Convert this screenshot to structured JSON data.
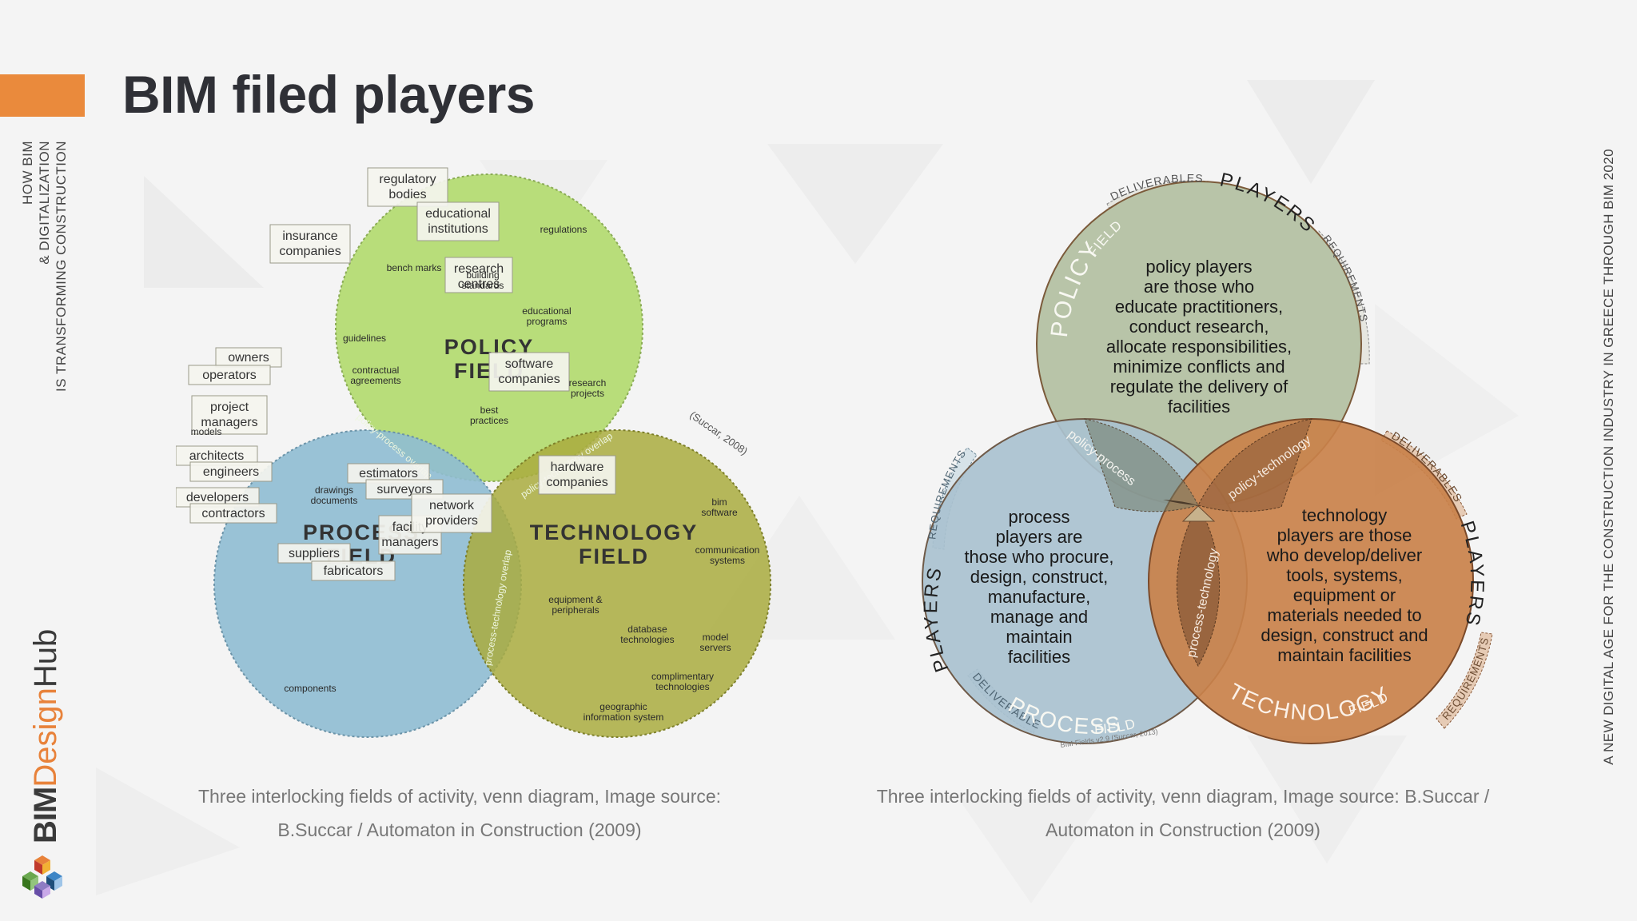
{
  "slide": {
    "title": "BIM filed players",
    "side_tagline": [
      "HOW BIM",
      "& DIGITALIZATION",
      "IS TRANSFORMING CONSTRUCTION"
    ],
    "right_tagline": "A NEW DIGITAL AGE FOR THE CONSTRUCTION INDUSTRY IN GREECE THROUGH BIM  2020",
    "brand": {
      "part1": "BIM",
      "part2": "Design",
      "part3": "Hub"
    },
    "colors": {
      "accent": "#ea8a3c",
      "title": "#2f3036",
      "policy_left": "#b8dd7a",
      "process_left": "#8fbcd3",
      "technology_left": "#a9ab3e",
      "policy_right": "#b8c4a8",
      "process_right": "#a9c1cf",
      "technology_right": "#c9814a"
    }
  },
  "left_diagram": {
    "policy_field": [
      "POLICY",
      "FIELD"
    ],
    "process_field": [
      "PROCESS",
      "FIELD"
    ],
    "technology_field": [
      "TECHNOLOGY",
      "FIELD"
    ],
    "citation": "(Succar, 2008)",
    "overlaps": {
      "policy_process": "policy-process overlap",
      "policy_technology": "policy-technology overlap",
      "process_technology": "process-technology overlap"
    },
    "boxed": {
      "regulatory_bodies": [
        "regulatory",
        "bodies"
      ],
      "educational_institutions": [
        "educational",
        "institutions"
      ],
      "insurance_companies": [
        "insurance",
        "companies"
      ],
      "research_centres": [
        "research",
        "centres"
      ],
      "owners": [
        "owners"
      ],
      "operators": [
        "operators"
      ],
      "project_managers": [
        "project",
        "managers"
      ],
      "architects": [
        "architects"
      ],
      "engineers": [
        "engineers"
      ],
      "estimators": [
        "estimators"
      ],
      "surveyors": [
        "surveyors"
      ],
      "developers": [
        "developers"
      ],
      "contractors": [
        "contractors"
      ],
      "facility_managers": [
        "facility",
        "managers"
      ],
      "suppliers": [
        "suppliers"
      ],
      "fabricators": [
        "fabricators"
      ],
      "software_companies": [
        "software",
        "companies"
      ],
      "hardware_companies": [
        "hardware",
        "companies"
      ],
      "network_providers": [
        "network",
        "providers"
      ]
    },
    "small": {
      "regulations": [
        "regulations"
      ],
      "bench_marks": [
        "bench marks"
      ],
      "building_standards": [
        "building",
        "standards"
      ],
      "educational_programs": [
        "educational",
        "programs"
      ],
      "guidelines": [
        "guidelines"
      ],
      "contractual_agreements": [
        "contractual",
        "agreements"
      ],
      "research_projects": [
        "research",
        "projects"
      ],
      "best_practices": [
        "best",
        "practices"
      ],
      "models": [
        "models"
      ],
      "drawings_documents": [
        "drawings",
        "documents"
      ],
      "components": [
        "components"
      ],
      "bim_software": [
        "bim",
        "software"
      ],
      "communication_systems": [
        "communication",
        "systems"
      ],
      "equipment_peripherals": [
        "equipment &",
        "peripherals"
      ],
      "database_technologies": [
        "database",
        "technologies"
      ],
      "model_servers": [
        "model",
        "servers"
      ],
      "complimentary_technologies": [
        "complimentary",
        "technologies"
      ],
      "geographic_information_system": [
        "geographic",
        "information system"
      ]
    }
  },
  "right_diagram": {
    "policy_text": [
      "policy players",
      "are those who",
      "educate practitioners,",
      "conduct research,",
      "allocate responsibilities,",
      "minimize conflicts and",
      "regulate the delivery of",
      "facilities"
    ],
    "process_text": [
      "process",
      "players are",
      "those who procure,",
      "design, construct,",
      "manufacture,",
      "manage and",
      "maintain",
      "facilities"
    ],
    "technology_text": [
      "technology",
      "players are those",
      "who develop/deliver",
      "tools, systems,",
      "equipment or",
      "materials needed to",
      "design, construct and",
      "maintain facilities"
    ],
    "policy_ring": {
      "field_big": "POLICY",
      "field_small": "FIELD",
      "players": "PLAYERS",
      "deliverables": "DELIVERABLES",
      "requirements": "REQUIREMENTS"
    },
    "process_ring": {
      "field_big": "PROCESS",
      "field_small": "FIELD",
      "players": "PLAYERS",
      "deliverables": "DELIVERABLES",
      "requirements": "REQUIREMENTS"
    },
    "technology_ring": {
      "field_big": "TECHNOLOGY",
      "field_small": "FIELD",
      "players": "PLAYERS",
      "deliverables": "DELIVERABLES",
      "requirements": "REQUIREMENTS"
    },
    "overlaps": {
      "policy_process": "policy-process",
      "policy_technology": "policy-technology",
      "process_technology": "process-technology"
    },
    "citation": "BIM Fields v2.9 (Succar, 2013)"
  },
  "captions": {
    "left": [
      "Three interlocking fields of activity, venn diagram, Image source:",
      "B.Succar / Automaton in Construction (2009)"
    ],
    "right": [
      "Three interlocking fields of activity, venn diagram, Image source:  B.Succar /",
      "Automaton in Construction (2009)"
    ]
  }
}
